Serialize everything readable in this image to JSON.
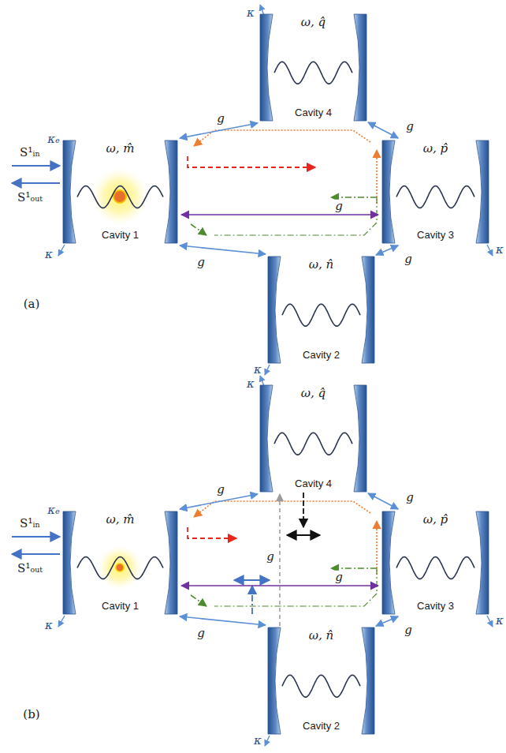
{
  "diagram": {
    "nodes": [
      {
        "text": [
          "ω, q̂",
          "Cavity 4"
        ]
      },
      {
        "text": [
          "ω, m̂",
          "Cavity 1"
        ]
      },
      {
        "text": [
          "ω, p̂",
          "Cavity 3"
        ]
      },
      {
        "text": [
          "ω, n̂",
          "Cavity 2"
        ]
      },
      {
        "text": [
          "ω, q̂",
          "Cavity 4"
        ]
      },
      {
        "text": [
          "ω, m̂",
          "Cavity 1"
        ]
      },
      {
        "text": [
          "ω, p̂",
          "Cavity 3"
        ]
      },
      {
        "text": [
          "ω, n̂",
          "Cavity 2"
        ]
      }
    ],
    "edges": [
      {
        "from": 1,
        "to": 0,
        "label": "g",
        "arrow": "both"
      },
      {
        "from": 0,
        "to": 2,
        "label": "g",
        "arrow": "both"
      },
      {
        "from": 1,
        "to": 3,
        "label": "g",
        "arrow": "both"
      },
      {
        "from": 3,
        "to": 2,
        "label": "g",
        "arrow": "both"
      },
      {
        "from": 1,
        "to": 2,
        "label": "g",
        "arrow": "both"
      },
      {
        "from": 5,
        "to": 4,
        "label": "g",
        "arrow": "both"
      },
      {
        "from": 4,
        "to": 6,
        "label": "g",
        "arrow": "both"
      },
      {
        "from": 5,
        "to": 7,
        "label": "g",
        "arrow": "both"
      },
      {
        "from": 7,
        "to": 6,
        "label": "g",
        "arrow": "both"
      },
      {
        "from": 5,
        "to": 6,
        "label": "g",
        "arrow": "both"
      },
      {
        "from": 7,
        "to": 4,
        "label": "g",
        "arrow": "to"
      }
    ],
    "labels": [
      "κ",
      "κₑ",
      "S¹ᵢₙ",
      "S¹ₒᵤₜ",
      "κ",
      "κ",
      "κ",
      "(a)",
      "κ",
      "κₑ",
      "S¹ᵢₙ",
      "S¹ₒᵤₜ",
      "κ",
      "κ",
      "κ",
      "(b)"
    ]
  }
}
